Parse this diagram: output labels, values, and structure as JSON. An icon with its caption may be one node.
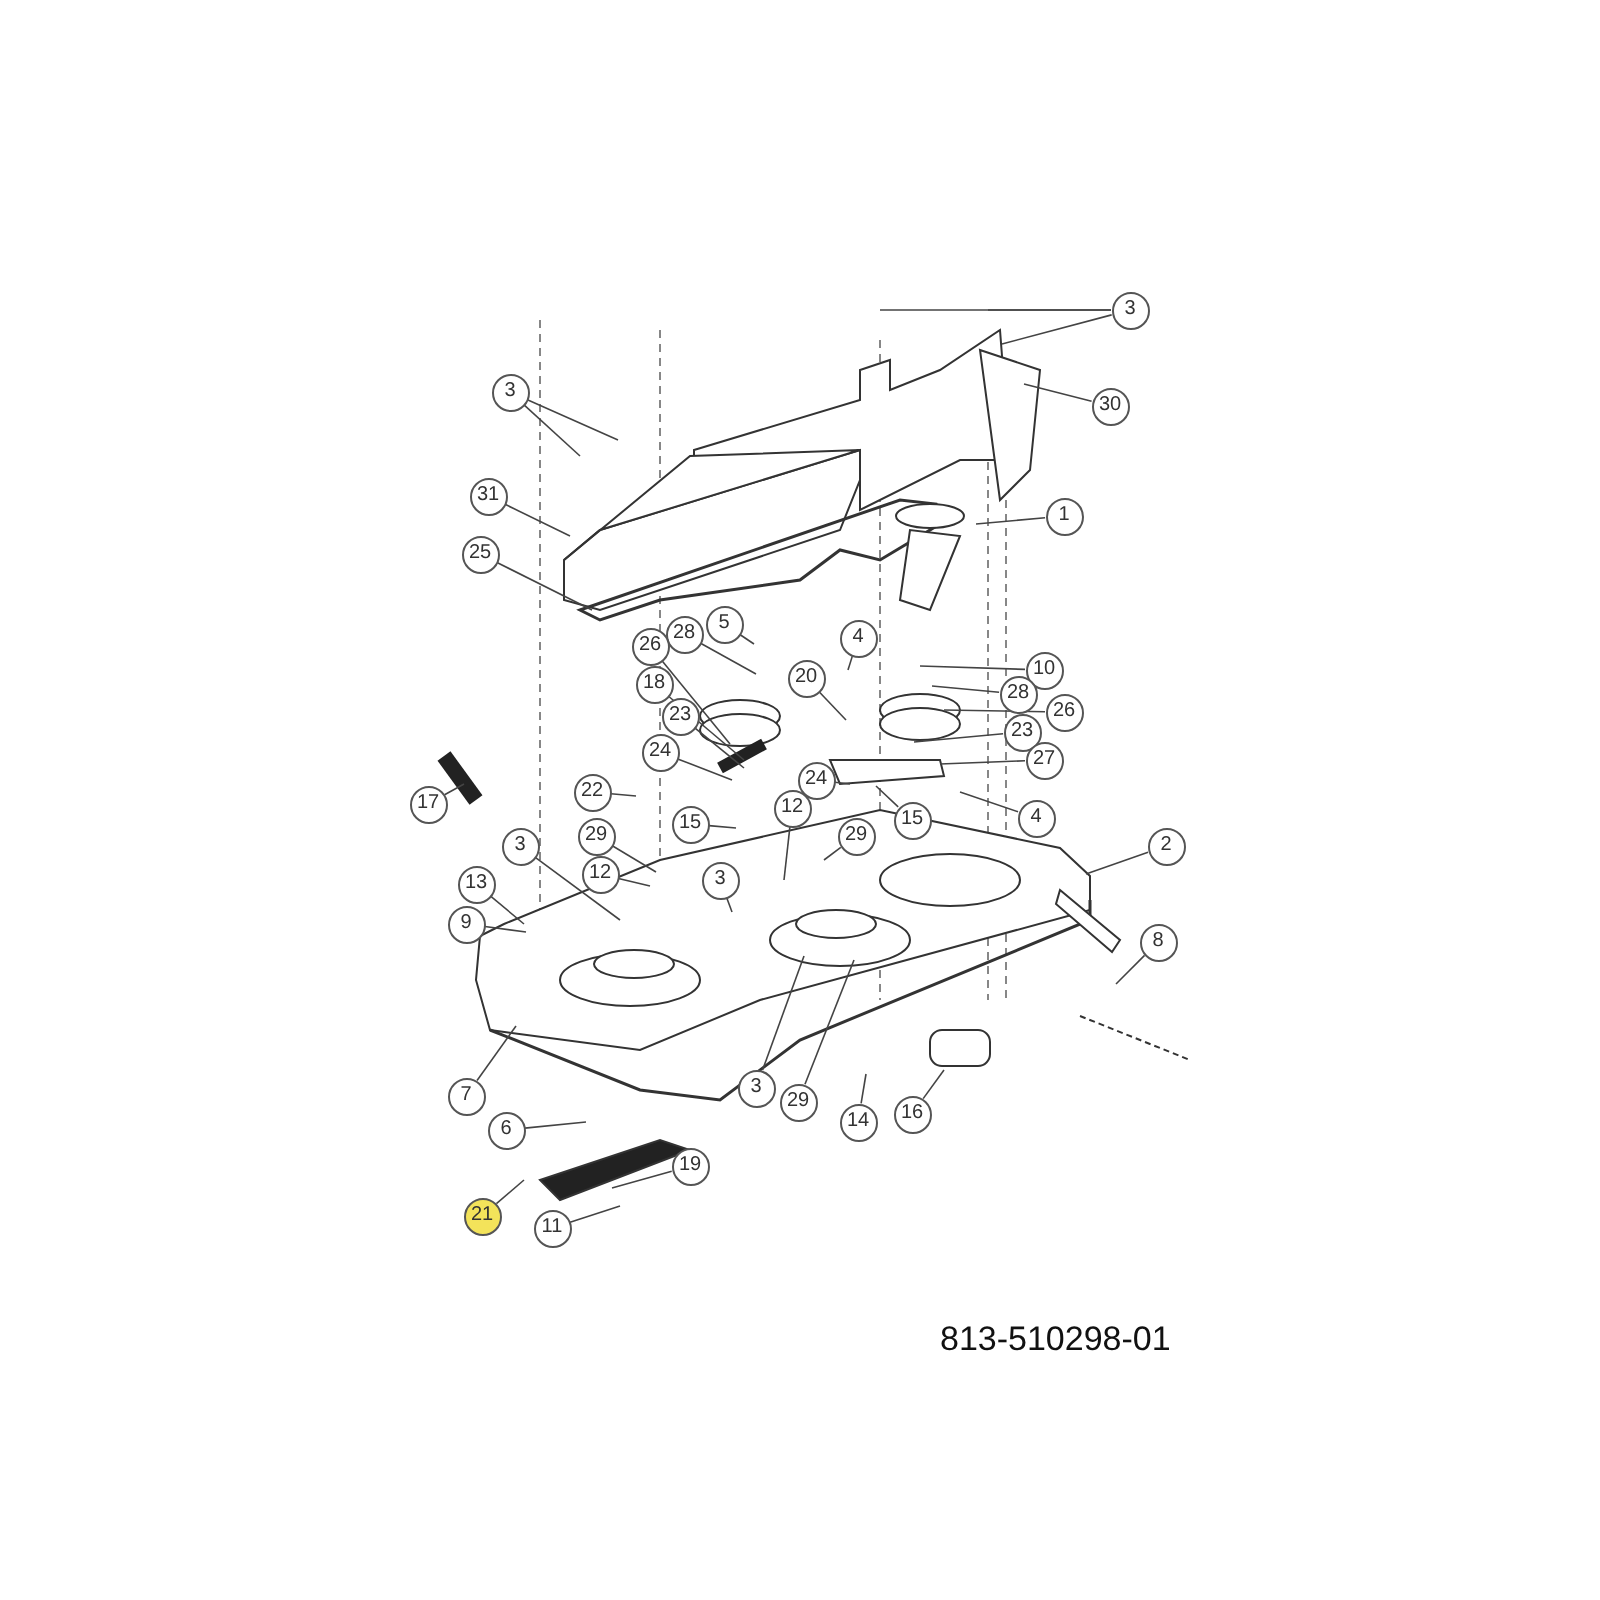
{
  "diagram": {
    "nodes": [
      {
        "text": [
          "3"
        ]
      },
      {
        "text": [
          "30"
        ]
      },
      {
        "text": [
          "3"
        ]
      },
      {
        "text": [
          "31"
        ]
      },
      {
        "text": [
          "1"
        ]
      },
      {
        "text": [
          "25"
        ]
      },
      {
        "text": [
          "5"
        ]
      },
      {
        "text": [
          "28"
        ]
      },
      {
        "text": [
          "4"
        ]
      },
      {
        "text": [
          "26"
        ]
      },
      {
        "text": [
          "10"
        ]
      },
      {
        "text": [
          "20"
        ]
      },
      {
        "text": [
          "18"
        ]
      },
      {
        "text": [
          "28"
        ]
      },
      {
        "text": [
          "26"
        ]
      },
      {
        "text": [
          "23"
        ]
      },
      {
        "text": [
          "23"
        ]
      },
      {
        "text": [
          "24"
        ]
      },
      {
        "text": [
          "27"
        ]
      },
      {
        "text": [
          "24"
        ]
      },
      {
        "text": [
          "17"
        ]
      },
      {
        "text": [
          "22"
        ]
      },
      {
        "text": [
          "12"
        ]
      },
      {
        "text": [
          "15"
        ]
      },
      {
        "text": [
          "29"
        ]
      },
      {
        "text": [
          "15"
        ]
      },
      {
        "text": [
          "4"
        ]
      },
      {
        "text": [
          "2"
        ]
      },
      {
        "text": [
          "3"
        ]
      },
      {
        "text": [
          "29"
        ]
      },
      {
        "text": [
          "3"
        ]
      },
      {
        "text": [
          "12"
        ]
      },
      {
        "text": [
          "13"
        ]
      },
      {
        "text": [
          "9"
        ]
      },
      {
        "text": [
          "8"
        ]
      },
      {
        "text": [
          "7"
        ]
      },
      {
        "text": [
          "3"
        ]
      },
      {
        "text": [
          "29"
        ]
      },
      {
        "text": [
          "14"
        ]
      },
      {
        "text": [
          "16"
        ]
      },
      {
        "text": [
          "6"
        ]
      },
      {
        "text": [
          "19"
        ]
      },
      {
        "text": [
          "21"
        ]
      },
      {
        "text": [
          "11"
        ]
      }
    ],
    "edges": [
      {
        "from": 0,
        "to": null,
        "arrow": "none"
      },
      {
        "from": 0,
        "to": null,
        "arrow": "none"
      },
      {
        "from": 0,
        "to": null,
        "arrow": "none"
      },
      {
        "from": 1,
        "to": null,
        "arrow": "none"
      },
      {
        "from": 2,
        "to": null,
        "arrow": "none"
      },
      {
        "from": 2,
        "to": null,
        "arrow": "none"
      },
      {
        "from": 3,
        "to": null,
        "arrow": "none"
      },
      {
        "from": 4,
        "to": null,
        "arrow": "none"
      },
      {
        "from": 5,
        "to": null,
        "arrow": "none"
      },
      {
        "from": 6,
        "to": null,
        "arrow": "none"
      },
      {
        "from": 7,
        "to": null,
        "arrow": "none"
      },
      {
        "from": 8,
        "to": null,
        "arrow": "none"
      },
      {
        "from": 9,
        "to": null,
        "arrow": "none"
      },
      {
        "from": 10,
        "to": null,
        "arrow": "none"
      },
      {
        "from": 11,
        "to": null,
        "arrow": "none"
      },
      {
        "from": 12,
        "to": null,
        "arrow": "none"
      },
      {
        "from": 13,
        "to": null,
        "arrow": "none"
      },
      {
        "from": 14,
        "to": null,
        "arrow": "none"
      },
      {
        "from": 15,
        "to": null,
        "arrow": "none"
      },
      {
        "from": 16,
        "to": null,
        "arrow": "none"
      },
      {
        "from": 17,
        "to": null,
        "arrow": "none"
      },
      {
        "from": 18,
        "to": null,
        "arrow": "none"
      },
      {
        "from": 19,
        "to": null,
        "arrow": "none"
      },
      {
        "from": 20,
        "to": null,
        "arrow": "none"
      },
      {
        "from": 21,
        "to": null,
        "arrow": "none"
      },
      {
        "from": 22,
        "to": null,
        "arrow": "none"
      },
      {
        "from": 23,
        "to": null,
        "arrow": "none"
      },
      {
        "from": 24,
        "to": null,
        "arrow": "none"
      },
      {
        "from": 25,
        "to": null,
        "arrow": "none"
      },
      {
        "from": 26,
        "to": null,
        "arrow": "none"
      },
      {
        "from": 27,
        "to": null,
        "arrow": "none"
      },
      {
        "from": 28,
        "to": null,
        "arrow": "none"
      },
      {
        "from": 29,
        "to": null,
        "arrow": "none"
      },
      {
        "from": 30,
        "to": null,
        "arrow": "none"
      },
      {
        "from": 31,
        "to": null,
        "arrow": "none"
      },
      {
        "from": 32,
        "to": null,
        "arrow": "none"
      },
      {
        "from": 33,
        "to": null,
        "arrow": "none"
      },
      {
        "from": 34,
        "to": null,
        "arrow": "none"
      },
      {
        "from": 35,
        "to": null,
        "arrow": "none"
      },
      {
        "from": 36,
        "to": null,
        "arrow": "none"
      },
      {
        "from": 37,
        "to": null,
        "arrow": "none"
      },
      {
        "from": 38,
        "to": null,
        "arrow": "none"
      },
      {
        "from": 39,
        "to": null,
        "arrow": "none"
      },
      {
        "from": 40,
        "to": null,
        "arrow": "none"
      },
      {
        "from": 41,
        "to": null,
        "arrow": "none"
      },
      {
        "from": 42,
        "to": null,
        "arrow": "none"
      },
      {
        "from": 43,
        "to": null,
        "arrow": "none"
      }
    ],
    "labels": [
      "813-510298-01"
    ]
  }
}
